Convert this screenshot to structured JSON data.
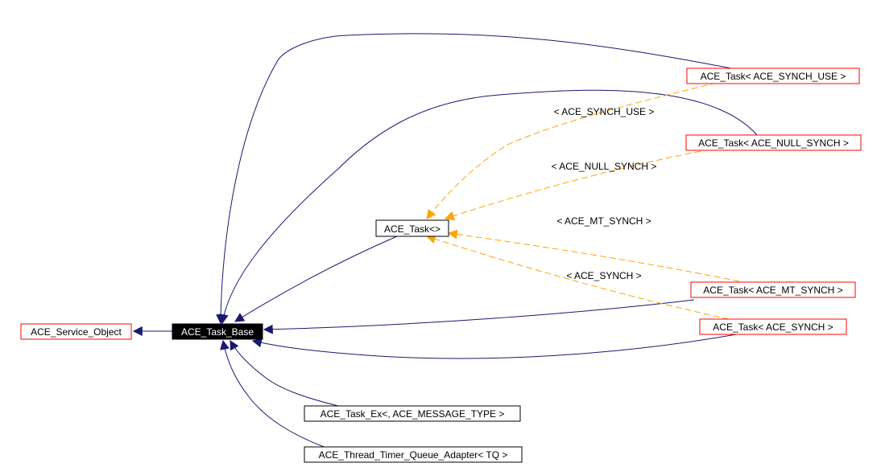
{
  "colors": {
    "inheritance_edge": "#191970",
    "template_edge": "#ffa500",
    "undocumented_border": "#ff0000",
    "documented_border": "#000000",
    "focus_fill": "#000000",
    "focus_text": "#ffffff"
  },
  "nodes": {
    "service_object": "ACE_Service_Object",
    "task_base": "ACE_Task_Base",
    "task_template": "ACE_Task<>",
    "task_synch_use": "ACE_Task< ACE_SYNCH_USE >",
    "task_null_synch": "ACE_Task< ACE_NULL_SYNCH >",
    "task_mt_synch": "ACE_Task< ACE_MT_SYNCH >",
    "task_synch": "ACE_Task< ACE_SYNCH >",
    "task_ex": "ACE_Task_Ex<, ACE_MESSAGE_TYPE >",
    "thread_timer_queue_adapter": "ACE_Thread_Timer_Queue_Adapter< TQ >"
  },
  "edge_labels": {
    "synch_use": "< ACE_SYNCH_USE >",
    "null_synch": "< ACE_NULL_SYNCH >",
    "mt_synch": "< ACE_MT_SYNCH >",
    "synch": "< ACE_SYNCH >"
  }
}
